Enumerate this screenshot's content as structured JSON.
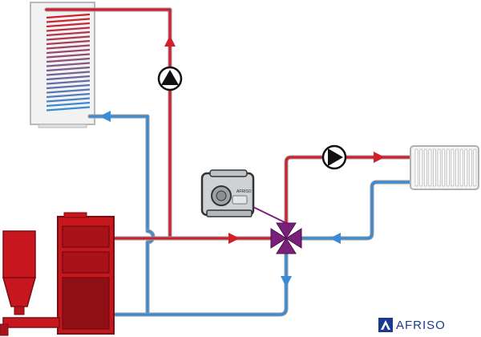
{
  "brand": {
    "name": "AFRISO",
    "color": "#1a3a8c"
  },
  "controller": {
    "label": "AFRISO"
  },
  "colors": {
    "supply": "#d0202a",
    "return": "#3a8cd6",
    "pipe_outline": "#9a9a9a",
    "boiler_red": "#c8161e",
    "valve_purple": "#7a1f7a"
  },
  "components": [
    "hot-water-cylinder",
    "boiler",
    "fuel-hopper",
    "circulation-pump-cylinder",
    "circulation-pump-radiator",
    "three-way-mixing-valve",
    "valve-actuator",
    "radiator"
  ]
}
